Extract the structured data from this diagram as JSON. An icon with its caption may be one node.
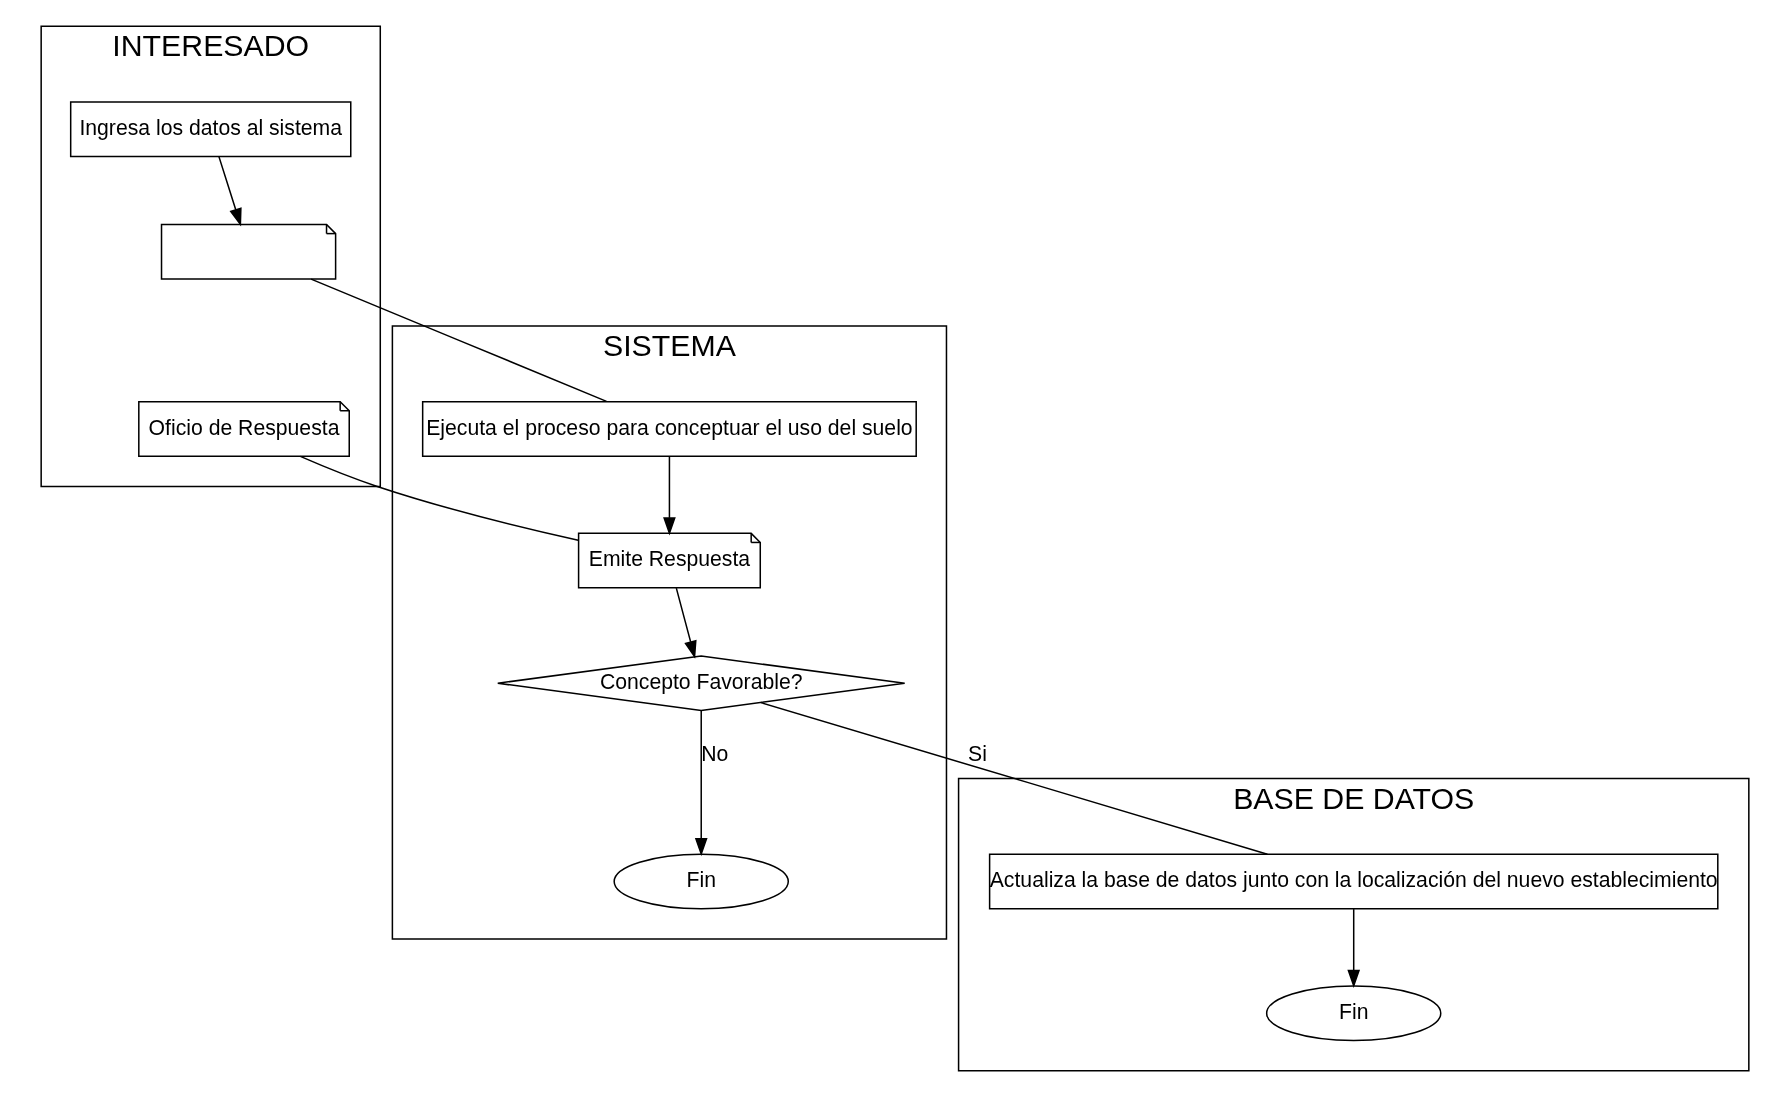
{
  "diagram": {
    "nodes": [
      {
        "text": [
          "INTERESADO"
        ]
      },
      {
        "text": [
          "SISTEMA"
        ]
      },
      {
        "text": [
          "BASE DE DATOS"
        ]
      },
      {
        "text": [
          "Ingresa los datos al sistema"
        ],
        "in": 0
      },
      {
        "text": [],
        "shape": "document",
        "in": 0
      },
      {
        "text": [
          "Ejecuta el proceso para conceptuar el uso del suelo"
        ],
        "in": 1
      },
      {
        "text": [
          "Oficio de Respuesta"
        ],
        "in": 0
      },
      {
        "text": [
          "Emite Respuesta"
        ],
        "in": 1
      },
      {
        "text": [
          "Concepto Favorable?"
        ],
        "in": 1
      },
      {
        "text": [
          "Fin"
        ],
        "in": 1
      },
      {
        "text": [
          "Actualiza la base de datos junto con la localización del nuevo establecimiento"
        ],
        "in": 2
      },
      {
        "text": [
          "Fin"
        ],
        "in": 2
      }
    ],
    "edges": [
      {
        "from": 3,
        "to": 4,
        "arrow": "to"
      },
      {
        "from": 4,
        "to": 5,
        "arrow": "none"
      },
      {
        "from": 5,
        "to": 7,
        "arrow": "to"
      },
      {
        "from": 6,
        "to": 7,
        "arrow": "none"
      },
      {
        "from": 7,
        "to": 8,
        "arrow": "to"
      },
      {
        "from": 8,
        "to": 9,
        "arrow": "to",
        "label": "No"
      },
      {
        "from": 8,
        "to": 10,
        "arrow": "none",
        "label": "Si"
      },
      {
        "from": 10,
        "to": 11,
        "arrow": "to"
      }
    ]
  }
}
